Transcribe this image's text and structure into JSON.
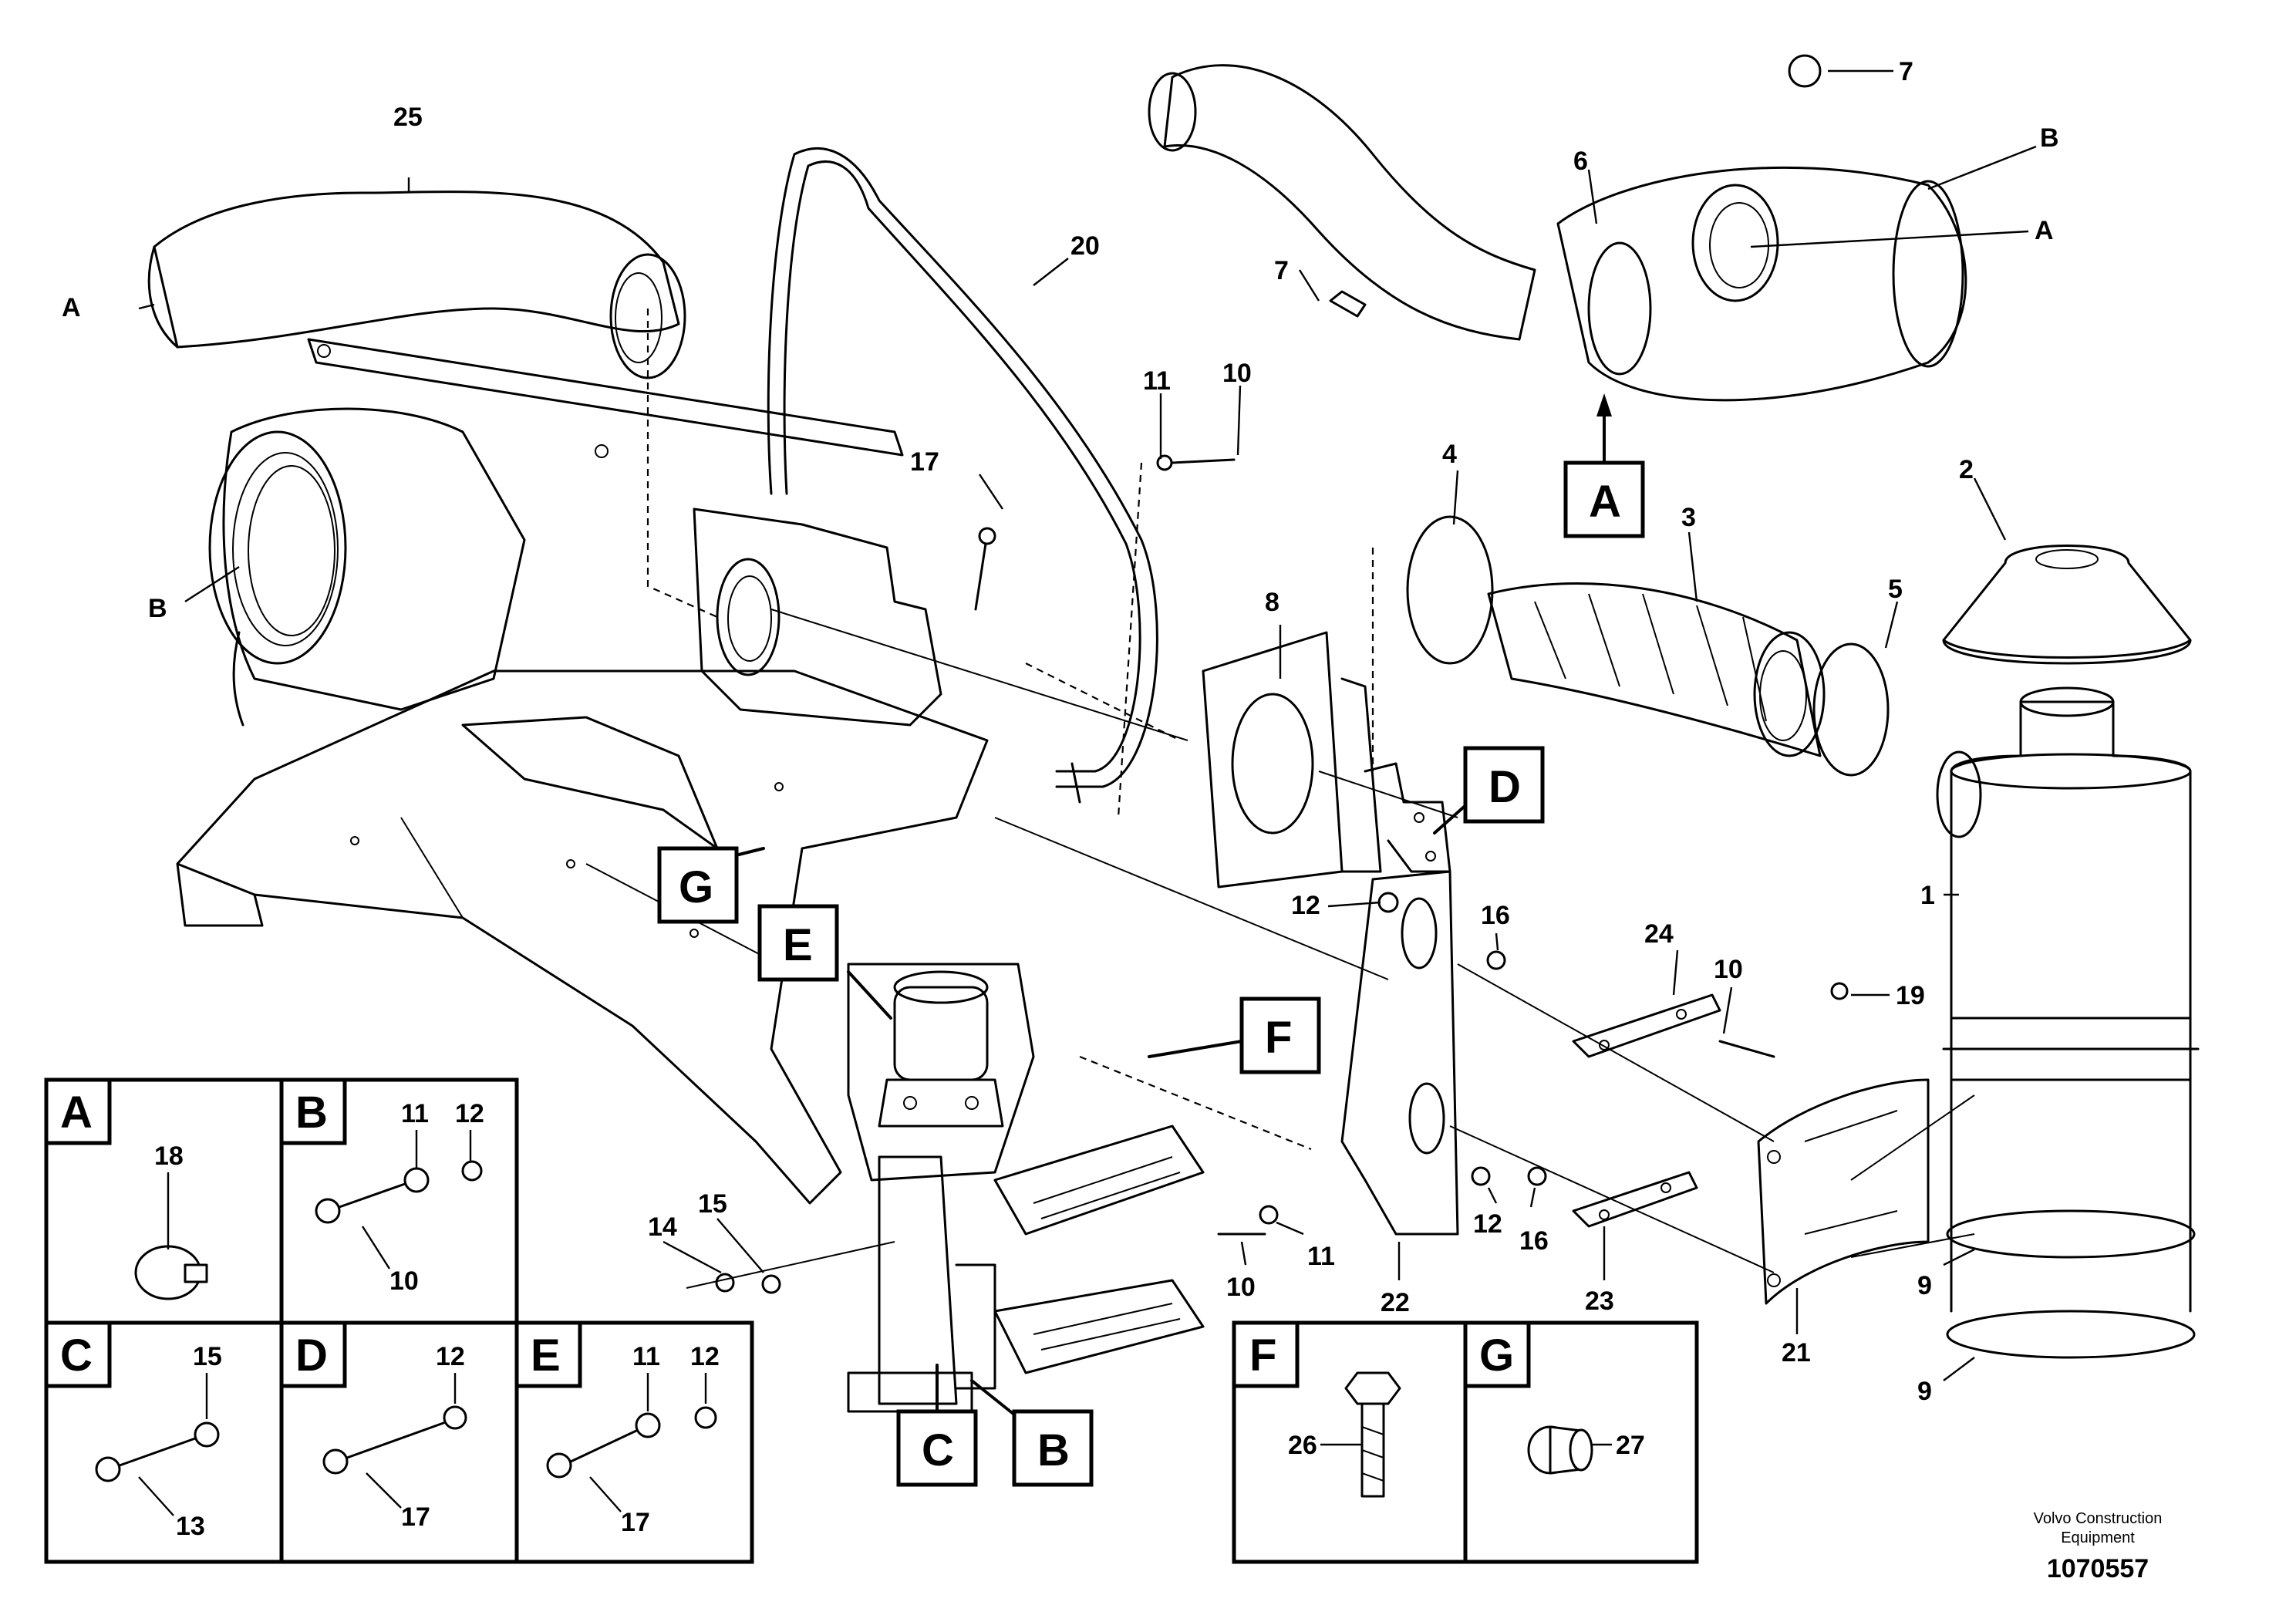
{
  "callouts": {
    "n25": "25",
    "n20": "20",
    "n17": "17",
    "n11": "11",
    "n10": "10",
    "n6": "6",
    "n7a": "7",
    "n7b": "7",
    "nB": "B",
    "nA": "A",
    "n4": "4",
    "n3": "3",
    "n2": "2",
    "n5": "5",
    "n8": "8",
    "n1": "1",
    "n12": "12",
    "n16": "16",
    "n24": "24",
    "n10b": "10",
    "n19": "19",
    "n9a": "9",
    "n9b": "9",
    "n21": "21",
    "n22": "22",
    "n23": "23",
    "n12b": "12",
    "n16b": "16",
    "n11b": "11",
    "n10c": "10",
    "n15": "15",
    "n14": "14",
    "lA": "A",
    "lB": "B"
  },
  "ref_boxes": {
    "A": "A",
    "B": "B",
    "C": "C",
    "D": "D",
    "E": "E",
    "F": "F",
    "G": "G"
  },
  "detail_panels": {
    "A": {
      "letter": "A",
      "labels": [
        "18"
      ]
    },
    "B": {
      "letter": "B",
      "labels": [
        "11",
        "12",
        "10"
      ]
    },
    "C": {
      "letter": "C",
      "labels": [
        "15",
        "13"
      ]
    },
    "D": {
      "letter": "D",
      "labels": [
        "12",
        "17"
      ]
    },
    "E": {
      "letter": "E",
      "labels": [
        "11",
        "12",
        "17"
      ]
    },
    "F": {
      "letter": "F",
      "labels": [
        "26"
      ]
    },
    "G": {
      "letter": "G",
      "labels": [
        "27"
      ]
    }
  },
  "footer": {
    "brand_line1": "Volvo Construction",
    "brand_line2": "Equipment",
    "drawing_number": "1070557"
  }
}
